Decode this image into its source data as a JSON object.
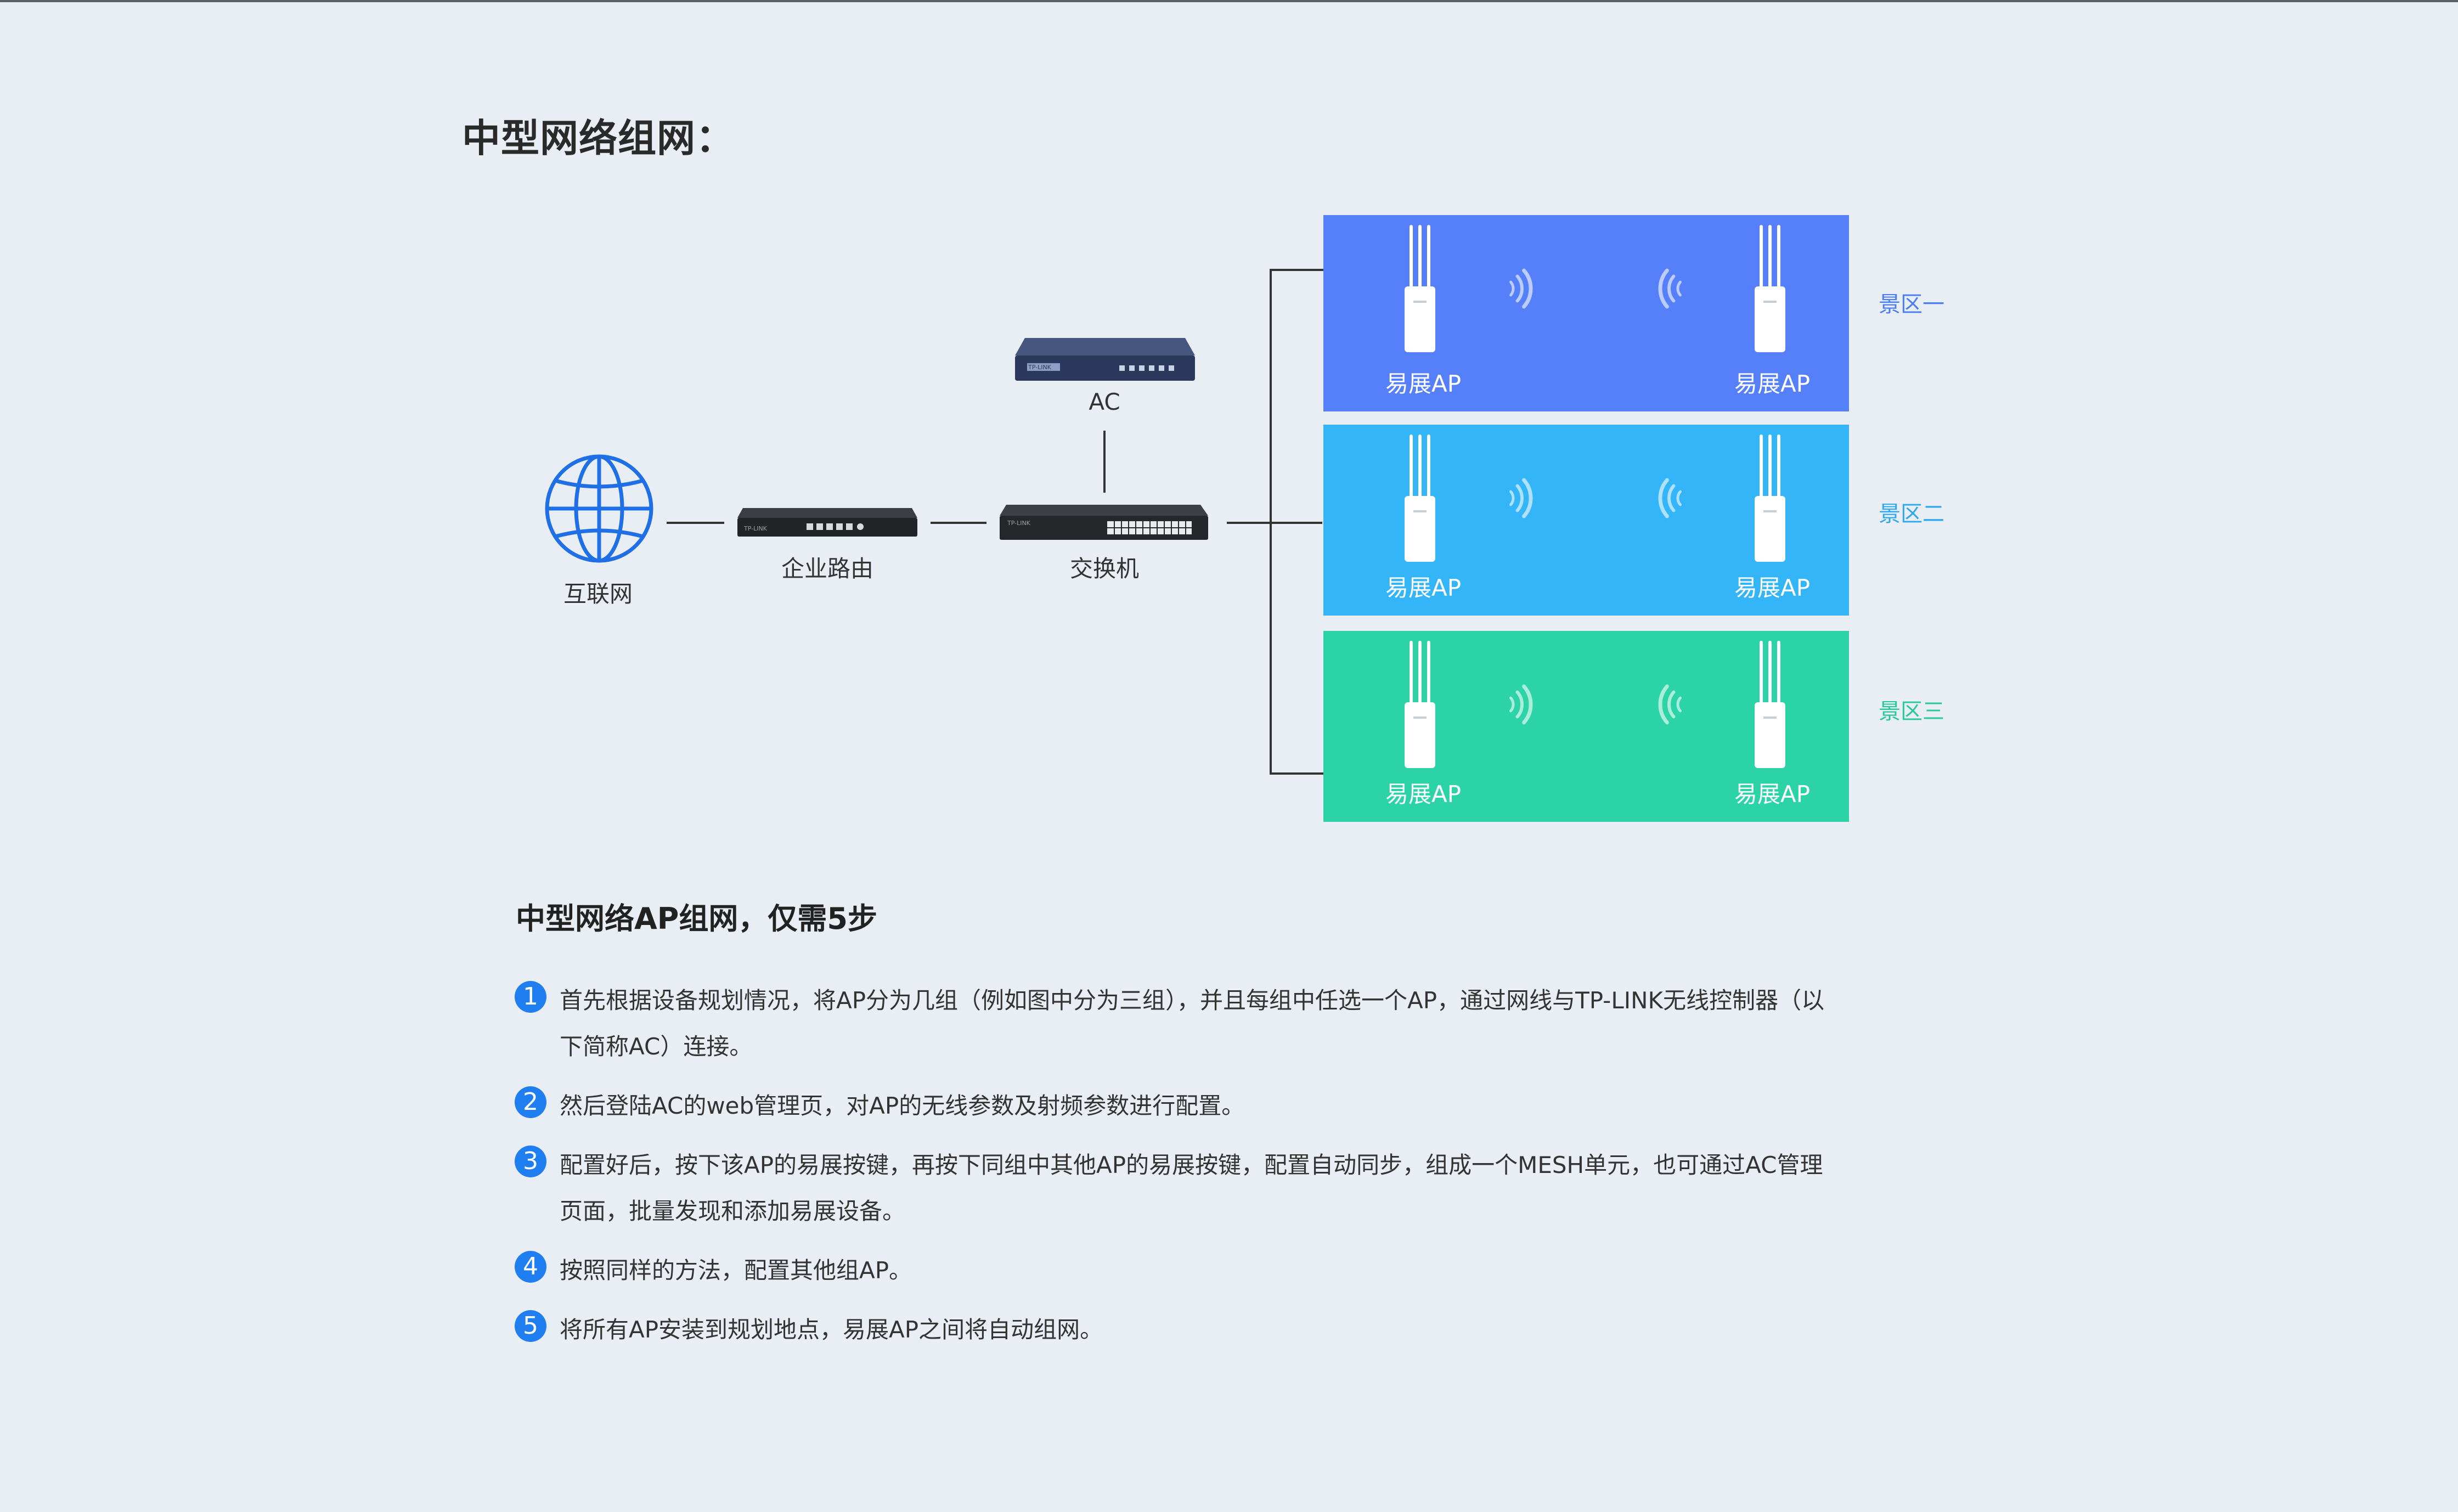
{
  "page_title": "中型网络组网：",
  "nodes": {
    "internet": "互联网",
    "router": "企业路由",
    "switch": "交换机",
    "ac": "AC",
    "router_brand": "TP-LINK",
    "switch_brand": "TP-LINK",
    "ac_brand": "TP-LINK"
  },
  "zones": [
    {
      "label": "景区一",
      "color": "#5680fa",
      "label_color": "#4a7ef2",
      "ap_left": "易展AP",
      "ap_right": "易展AP"
    },
    {
      "label": "景区二",
      "color": "#33b5f8",
      "label_color": "#2fa9ee",
      "ap_left": "易展AP",
      "ap_right": "易展AP"
    },
    {
      "label": "景区三",
      "color": "#2bd3a6",
      "label_color": "#27c99a",
      "ap_left": "易展AP",
      "ap_right": "易展AP"
    }
  ],
  "steps_title": "中型网络AP组网，仅需5步",
  "steps": [
    {
      "num": "1",
      "text": "首先根据设备规划情况，将AP分为几组（例如图中分为三组），并且每组中任选一个AP，通过网线与TP-LINK无线控制器（以下简称AC）连接。"
    },
    {
      "num": "2",
      "text": "然后登陆AC的web管理页，对AP的无线参数及射频参数进行配置。"
    },
    {
      "num": "3",
      "text": "配置好后，按下该AP的易展按键，再按下同组中其他AP的易展按键，配置自动同步，组成一个MESH单元，也可通过AC管理页面，批量发现和添加易展设备。"
    },
    {
      "num": "4",
      "text": "按照同样的方法，配置其他组AP。"
    },
    {
      "num": "5",
      "text": "将所有AP安装到规划地点，易展AP之间将自动组网。"
    }
  ]
}
